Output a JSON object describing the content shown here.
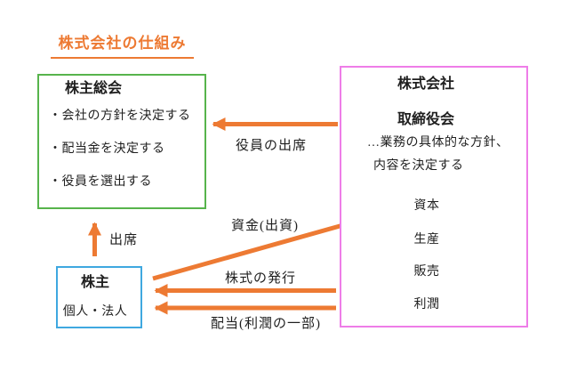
{
  "title": "株式会社の仕組み",
  "colors": {
    "accent_orange": "#ED7A33",
    "box_green_border": "#57B44C",
    "box_pink_border": "#EE7DE8",
    "box_blue_border": "#3FA8E0",
    "text": "#1f1f1f"
  },
  "meeting_box": {
    "title": "株主総会",
    "items": [
      "・会社の方針を決定する",
      "・配当金を決定する",
      "・役員を選出する"
    ]
  },
  "company_box": {
    "title": "株式会社",
    "board_title": "取締役会",
    "board_desc_line1": "…業務の具体的な方針、",
    "board_desc_line2": "内容を決定する",
    "flow": [
      "資本",
      "生産",
      "販売",
      "利潤"
    ]
  },
  "shareholder_box": {
    "title": "株主",
    "subtitle": "個人・法人"
  },
  "arrow_labels": {
    "officers_attendance": "役員の出席",
    "attendance": "出席",
    "funds": "資金(出資)",
    "stock_issue": "株式の発行",
    "dividend": "配当(利潤の一部)"
  }
}
